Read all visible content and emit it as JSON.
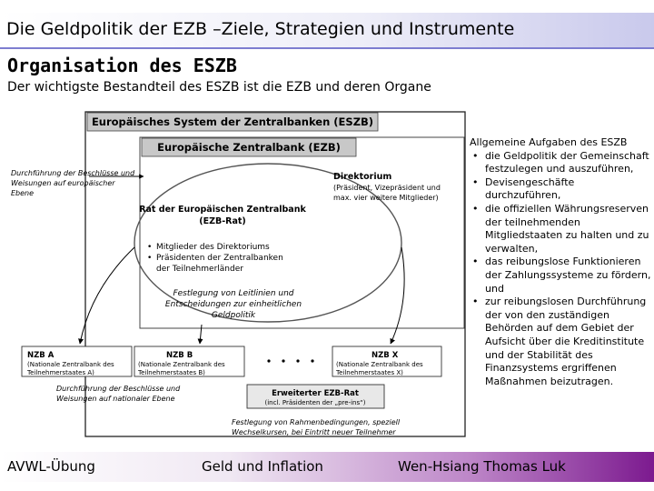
{
  "slide": {
    "title": "Die Geldpolitik der EZB –Ziele, Strategien und Instrumente",
    "section": "Organisation des ESZB",
    "subtitle": "Der wichtigste Bestandteil des ESZB ist die EZB und deren Organe"
  },
  "diagram": {
    "eszb": "Europäisches System der Zentralbanken (ESZB)",
    "ezb": "Europäische Zentralbank (EZB)",
    "left_note": [
      "Durchführung der Beschlüsse und",
      "Weisungen auf europäischer",
      "Ebene"
    ],
    "direktorium": {
      "title": "Direktorium",
      "lines": [
        "(Präsident, Vizepräsident und",
        "max. vier weitere Mitglieder)"
      ]
    },
    "rat": {
      "lines": [
        "Rat der Europäischen Zentralbank",
        "(EZB-Rat)"
      ]
    },
    "members": [
      [
        "Mitglieder des Direktoriums"
      ],
      [
        "Präsidenten der Zentralbanken",
        "der Teilnehmerländer"
      ]
    ],
    "festlegung": [
      "Festlegung von Leitlinien und",
      "Entscheidungen zur einheitlichen",
      "Geldpolitik"
    ],
    "ncbs": [
      {
        "title": "NZB A",
        "lines": [
          "(Nationale Zentralbank des",
          "Teilnehmerstaates A)"
        ]
      },
      {
        "title": "NZB B",
        "lines": [
          "(Nationale Zentralbank des",
          "Teilnehmerstaates B)"
        ]
      },
      {
        "title": "NZB X",
        "lines": [
          "(Nationale Zentralbank des",
          "Teilnehmerstaates X)"
        ]
      }
    ],
    "bottom_left_note": [
      "Durchführung der Beschlüsse und",
      "Weisungen auf nationaler Ebene"
    ],
    "erweiterter": {
      "title": "Erweiterter EZB-Rat",
      "line": "(incl. Präsidenten der „pre-ins“)"
    },
    "bottom_note": [
      "Festlegung von Rahmenbedingungen, speziell",
      "Wechselkursen, bei Eintritt neuer Teilnehmer"
    ]
  },
  "tasks": {
    "heading": "Allgemeine Aufgaben des ESZB",
    "items": [
      "die Geldpolitik der Gemeinschaft festzulegen und auszuführen,",
      "Devisengeschäfte durchzuführen,",
      "die offiziellen Währungsreserven der teilnehmenden Mitgliedstaaten zu halten und zu verwalten,",
      "das reibungslose Funktionieren der Zahlungssysteme zu fördern, und",
      "zur reibungslosen Durchführung der von den zuständigen Behörden auf dem Gebiet der Aufsicht über die Kreditinstitute und der Stabilität des Finanzsystems ergriffenen Maßnahmen beizutragen."
    ]
  },
  "footer": {
    "left": "AVWL-Übung",
    "center": "Geld und Inflation",
    "right": "Wen-Hsiang Thomas  Luk"
  }
}
